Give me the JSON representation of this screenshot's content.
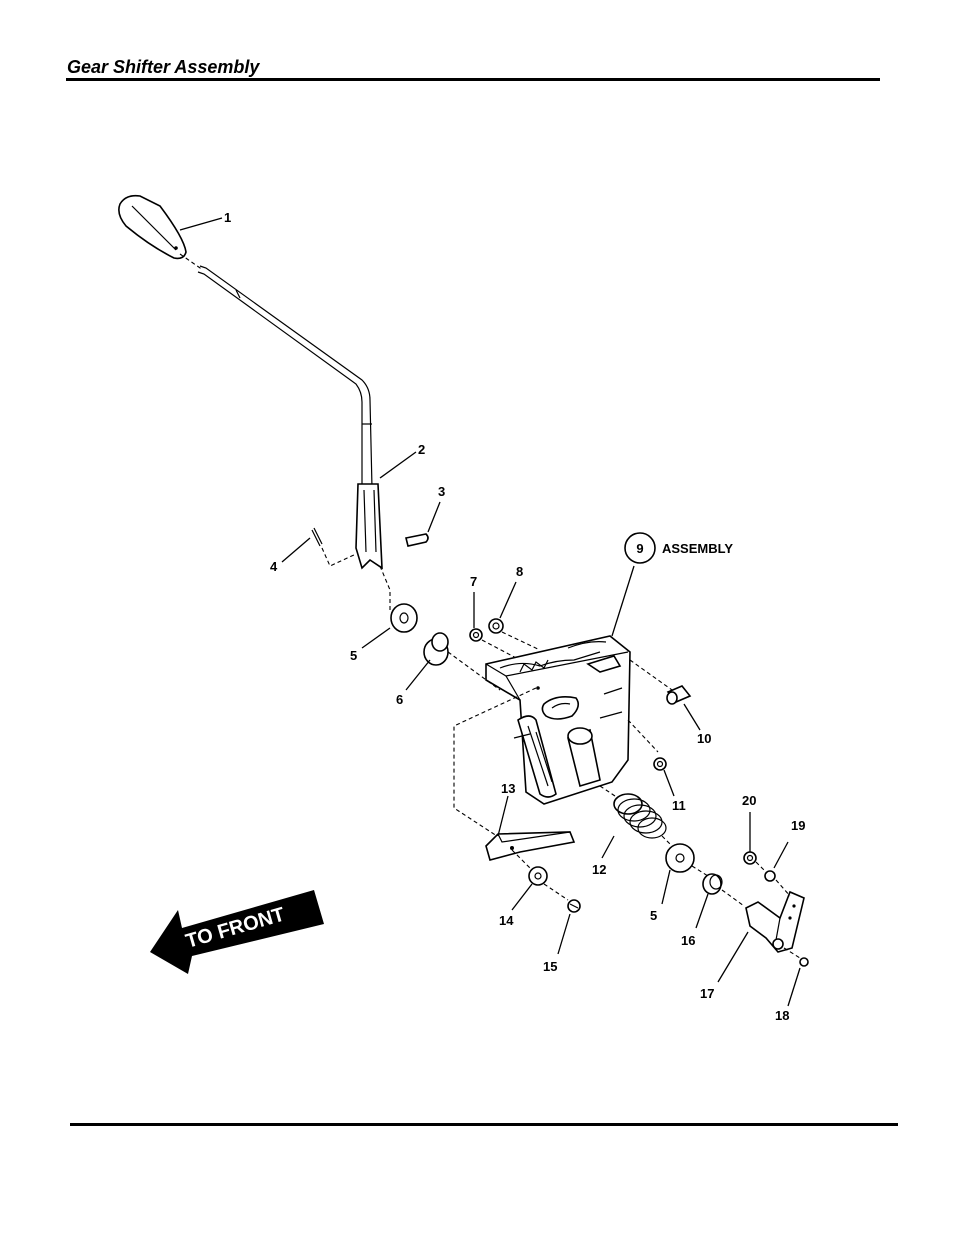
{
  "header": {
    "title": "Gear Shifter Assembly"
  },
  "diagram": {
    "assembly_callout": {
      "number": "9",
      "label": "ASSEMBLY"
    },
    "direction_label": "TO FRONT",
    "callouts": {
      "c1": "1",
      "c2": "2",
      "c3": "3",
      "c4": "4",
      "c5a": "5",
      "c6": "6",
      "c7": "7",
      "c8": "8",
      "c10": "10",
      "c11": "11",
      "c12": "12",
      "c13": "13",
      "c14": "14",
      "c15": "15",
      "c5b": "5",
      "c16": "16",
      "c17": "17",
      "c18": "18",
      "c19": "19",
      "c20": "20"
    }
  }
}
